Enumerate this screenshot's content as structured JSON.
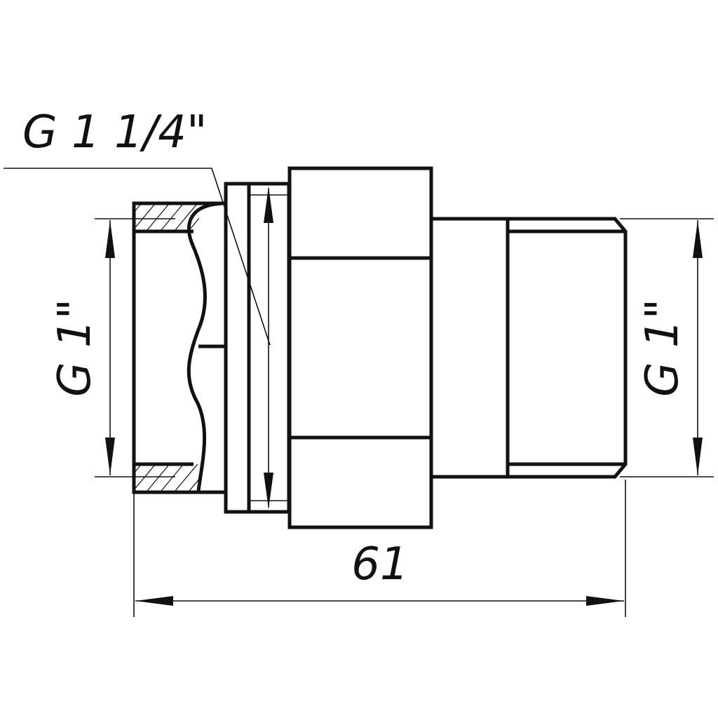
{
  "labels": {
    "nut_thread": "G 1 1/4\"",
    "left_thread": "G 1\"",
    "right_thread": "G 1\"",
    "overall_length": "61"
  },
  "colors": {
    "line": "#111111",
    "background": "#ffffff"
  }
}
